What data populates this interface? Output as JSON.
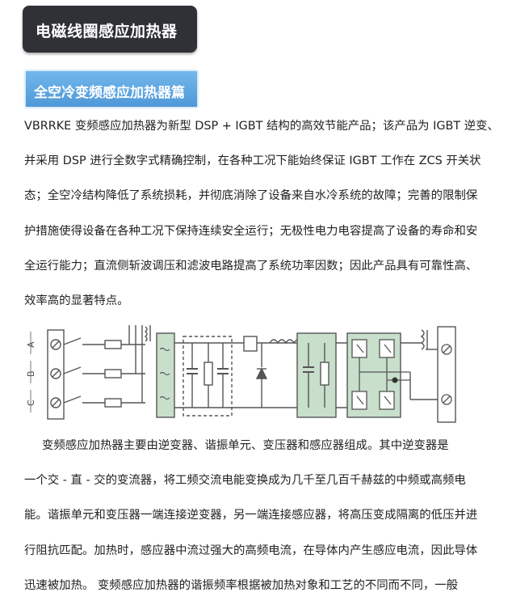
{
  "header": {
    "title": "电磁线圈感应加热器",
    "section_title": "全空冷变频感应加热器篇"
  },
  "paragraph1": {
    "lines": [
      "VBRRKE 变频感应加热器为新型 DSP + IGBT 结构的高效节能产品；该产品为 IGBT 逆变、",
      "并采用 DSP 进行全数字式精确控制，在各种工况下能始终保证 IGBT 工作在 ZCS 开关状",
      "态；全空冷结构降低了系统损耗，并彻底消除了设备来自水冷系统的故障；完善的限制保",
      "护措施使得设备在各种工况下保持连续安全运行；无极性电力电容提高了设备的寿命和安",
      "全运行能力；直流侧斩波调压和滤波电路提高了系统功率因数；因此产品具有可靠性高、",
      "效率高的显著特点。"
    ]
  },
  "diagram": {
    "phase_labels": [
      "A",
      "B",
      "C"
    ]
  },
  "paragraph2": {
    "lines": [
      "变频感应加热器主要由逆变器、谐振单元、变压器和感应器组成。其中逆变器是",
      "一个交 - 直 - 交的变流器，将工频交流电能变换成为几千至几百千赫兹的中频或高频电",
      "能。谐振单元和变压器一端连接逆变器，另一端连接感应器，将高压变成隔离的低压并进",
      "行阻抗匹配。加热时，感应器中流过强大的高频电流，在导体内产生感应电流，因此导体",
      "迅速被加热。 变频感应加热器的谐振频率根据被加热对象和工艺的不同而不同，一般"
    ]
  },
  "colors": {
    "title_bg": "#2f3136",
    "section_bg": "#5aa6e2",
    "diagram_fill": "#c8dfcb"
  }
}
